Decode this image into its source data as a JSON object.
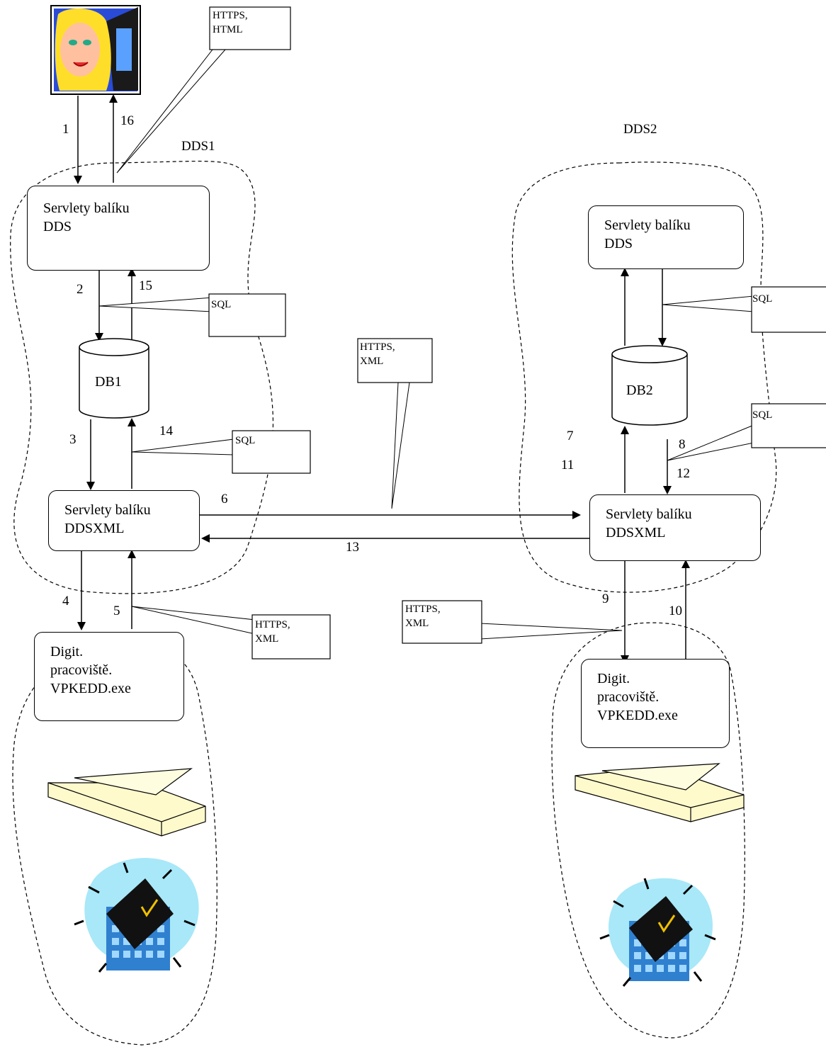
{
  "regions": {
    "left_label": "DDS1",
    "right_label": "DDS2"
  },
  "left": {
    "servlet_dds": [
      "Servlety balíku",
      "DDS"
    ],
    "db": "DB1",
    "servlet_ddsxml": [
      "Servlety balíku",
      "DDSXML"
    ],
    "workstation": [
      "Digit.",
      "pracoviště.",
      "VPKEDD.exe"
    ]
  },
  "right": {
    "servlet_dds": [
      "Servlety balíku",
      "DDS"
    ],
    "db": "DB2",
    "servlet_ddsxml": [
      "Servlety balíku",
      "DDSXML"
    ],
    "workstation": [
      "Digit.",
      "pracoviště.",
      "VPKEDD.exe"
    ]
  },
  "callouts": {
    "user_protocol": [
      "HTTPS,",
      "HTML"
    ],
    "left_sql_1": "SQL",
    "left_sql_2": "SQL",
    "left_xml": [
      "HTTPS,",
      "XML"
    ],
    "middle_xml": [
      "HTTPS,",
      "XML"
    ],
    "right_sql_1": "SQL",
    "right_sql_2": "SQL",
    "right_xml": [
      "HTTPS,",
      "XML"
    ]
  },
  "step_numbers": [
    "1",
    "2",
    "3",
    "4",
    "5",
    "6",
    "7",
    "8",
    "9",
    "10",
    "11",
    "12",
    "13",
    "14",
    "15",
    "16"
  ],
  "icons": [
    "user-at-computer-icon",
    "scanner-icon",
    "building-document-icon",
    "scanner-icon",
    "building-document-icon"
  ]
}
